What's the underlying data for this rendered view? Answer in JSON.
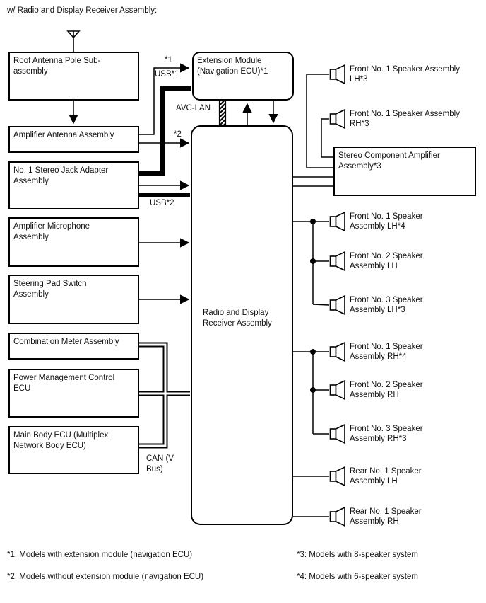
{
  "title": "w/ Radio and Display Receiver Assembly:",
  "boxes": {
    "roof_antenna": {
      "label": "Roof Antenna Pole Sub-\nassembly"
    },
    "amplifier_antenna": {
      "label": "Amplifier Antenna Assembly"
    },
    "stereo_jack": {
      "label": "No. 1 Stereo Jack Adapter\nAssembly"
    },
    "amplifier_microphone": {
      "label": "Amplifier Microphone\nAssembly"
    },
    "steering_pad": {
      "label": "Steering Pad Switch\nAssembly"
    },
    "combination_meter": {
      "label": "Combination Meter Assembly"
    },
    "power_management": {
      "label": "Power Management Control\nECU"
    },
    "main_body_ecu": {
      "label": "Main Body ECU (Multiplex\nNetwork Body ECU)"
    },
    "extension_module": {
      "label": "Extension Module\n(Navigation ECU)*1"
    },
    "radio_receiver": {
      "label": "Radio and Display\nReceiver Assembly"
    },
    "stereo_amplifier": {
      "label": "Stereo Component Amplifier\nAssembly*3"
    }
  },
  "connections": {
    "star1": "*1",
    "usb1": "USB*1",
    "avc_lan": "AVC-LAN",
    "star2": "*2",
    "usb2": "USB*2",
    "can_bus": "CAN (V\nBus)"
  },
  "speakers": [
    {
      "label": "Front No. 1 Speaker Assembly\nLH*3"
    },
    {
      "label": "Front No. 1 Speaker Assembly\nRH*3"
    },
    {
      "label": "Front No. 1 Speaker\nAssembly LH*4"
    },
    {
      "label": "Front No. 2 Speaker\nAssembly LH"
    },
    {
      "label": "Front No. 3 Speaker\nAssembly LH*3"
    },
    {
      "label": "Front No. 1 Speaker\nAssembly RH*4"
    },
    {
      "label": "Front No. 2 Speaker\nAssembly RH"
    },
    {
      "label": "Front No. 3 Speaker\nAssembly RH*3"
    },
    {
      "label": "Rear No. 1 Speaker\nAssembly LH"
    },
    {
      "label": "Rear No. 1 Speaker\nAssembly RH"
    }
  ],
  "footnotes": [
    "*1: Models with extension module (navigation ECU)",
    "*2: Models without extension module (navigation ECU)",
    "*3: Models with 8-speaker system",
    "*4: Models with 6-speaker system"
  ],
  "colors": {
    "line": "#000000",
    "background": "#ffffff"
  }
}
